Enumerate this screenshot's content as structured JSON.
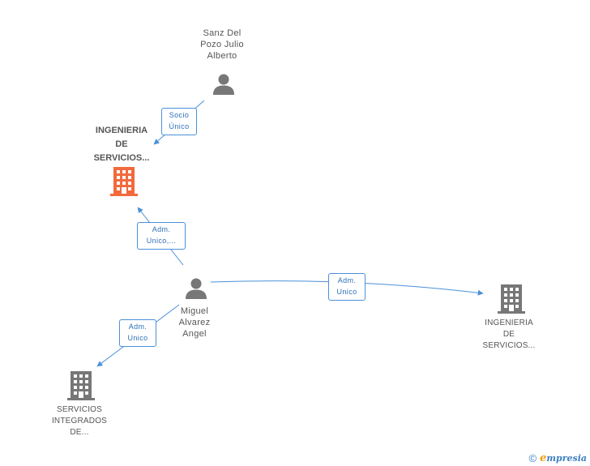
{
  "nodes": {
    "sanz": {
      "label": "Sanz Del\nPozo Julio\nAlberto",
      "type": "person"
    },
    "ingenieria_main": {
      "label": "INGENIERIA\nDE\nSERVICIOS...",
      "type": "company",
      "highlighted": true
    },
    "miguel": {
      "label": "Miguel\nAlvarez\nAngel",
      "type": "person"
    },
    "ingenieria_right": {
      "label": "INGENIERIA\nDE\nSERVICIOS...",
      "type": "company"
    },
    "servicios": {
      "label": "SERVICIOS\nINTEGRADOS\nDE...",
      "type": "company"
    }
  },
  "edges": {
    "sanz_to_main": {
      "label": "Socio\nÚnico"
    },
    "miguel_to_main": {
      "label": "Adm.\nUnico,..."
    },
    "miguel_to_right": {
      "label": "Adm.\nUnico"
    },
    "miguel_to_servicios": {
      "label": "Adm.\nUnico"
    }
  },
  "colors": {
    "person_icon": "#777777",
    "company_icon": "#777777",
    "highlight_company_icon": "#f26a3d",
    "edge": "#4a90d9"
  },
  "icons": {
    "person": "person-icon",
    "company": "building-icon"
  },
  "footer": {
    "copyright": "©",
    "brand_first": "e",
    "brand_rest": "mpresia"
  }
}
